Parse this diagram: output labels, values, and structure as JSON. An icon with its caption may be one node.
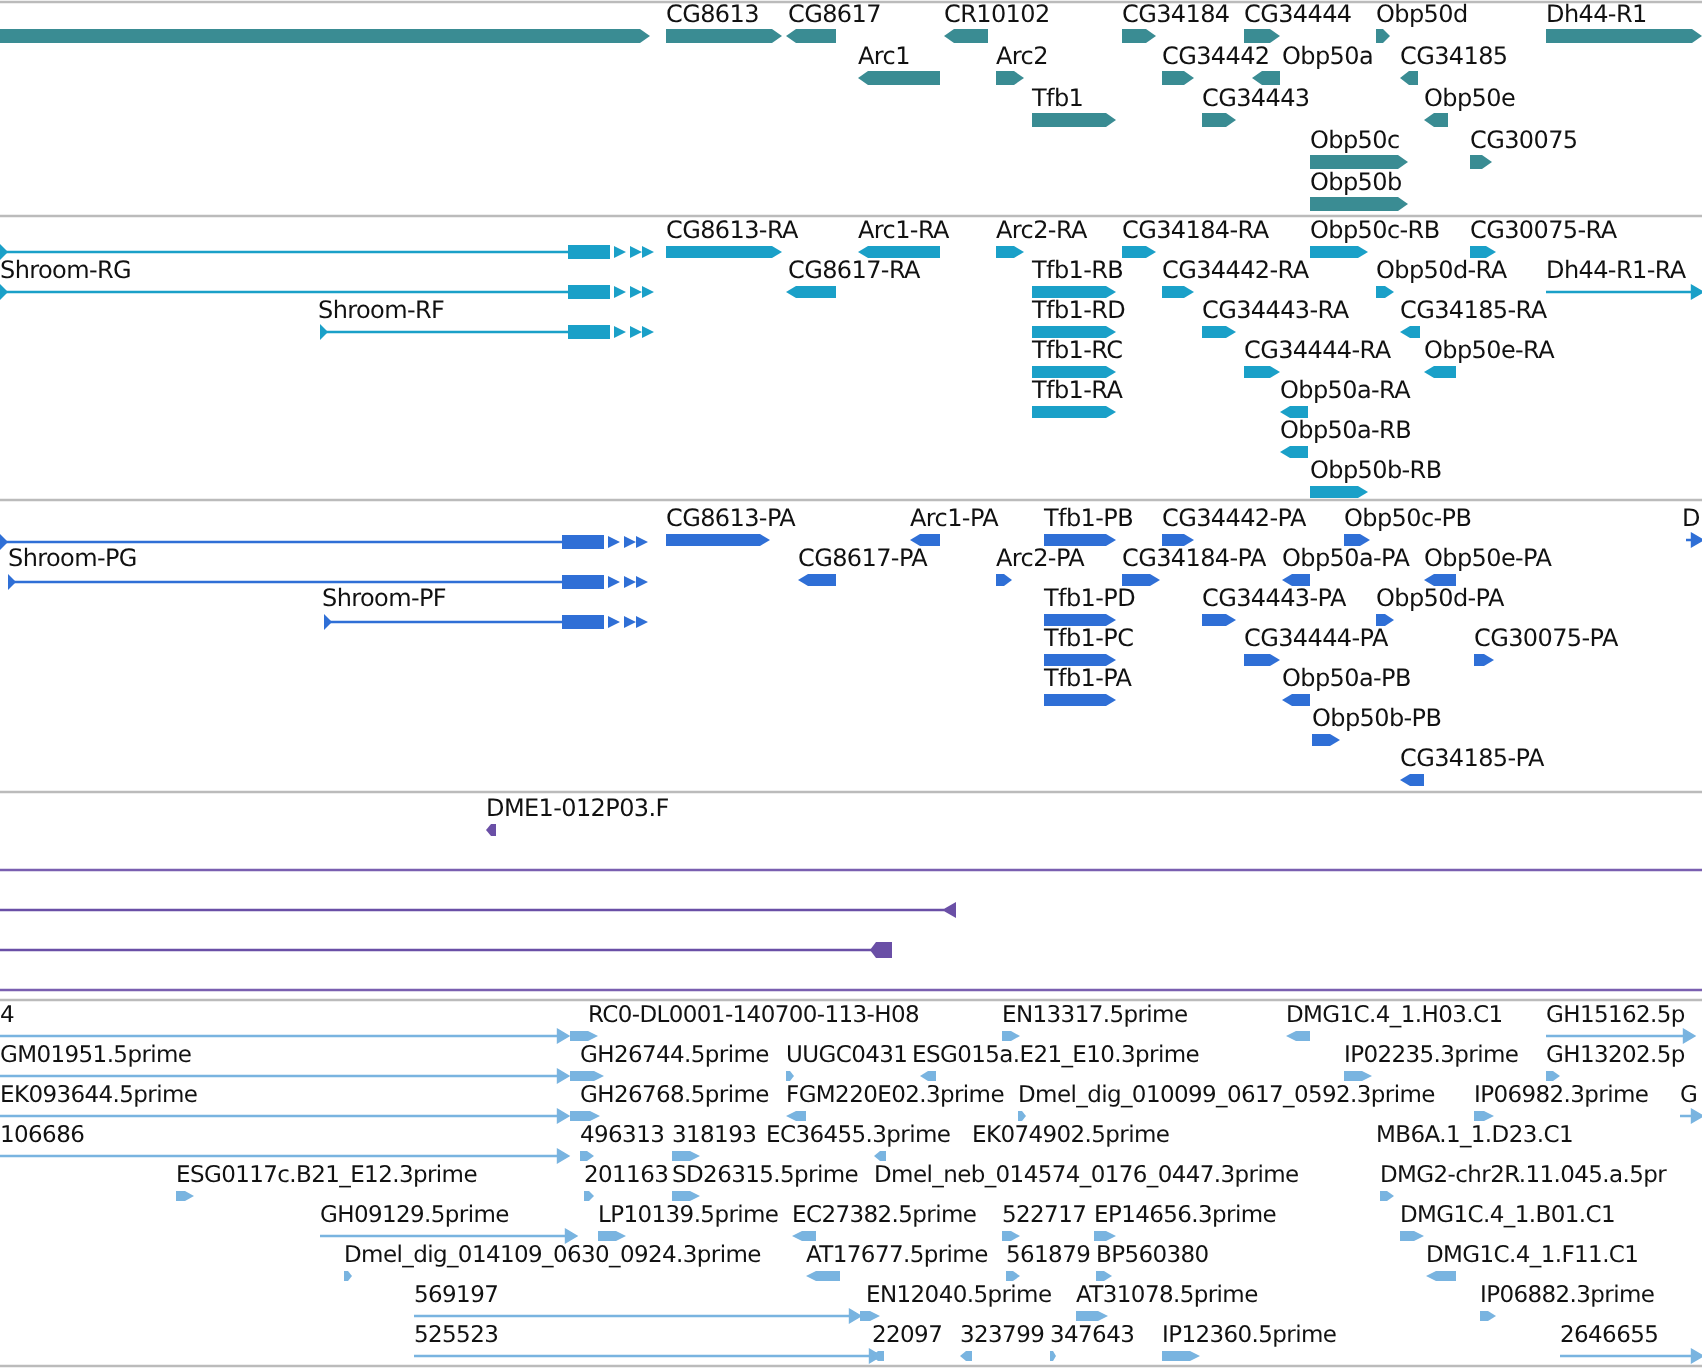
{
  "diagram": {
    "labels": [
      "CG8613",
      "CG8617",
      "CR10102",
      "CG34184",
      "CG34444",
      "Obp50d",
      "Dh44-R1",
      "Arc1",
      "Arc2",
      "CG34442",
      "Obp50a",
      "CG34185",
      "Tfb1",
      "CG34443",
      "Obp50e",
      "Obp50c",
      "CG30075",
      "Obp50b",
      "CG8613-RA",
      "Arc1-RA",
      "Arc2-RA",
      "CG34184-RA",
      "Obp50c-RB",
      "CG30075-RA",
      "Shroom-RG",
      "CG8617-RA",
      "Tfb1-RB",
      "CG34442-RA",
      "Obp50d-RA",
      "Dh44-R1-RA",
      "Shroom-RF",
      "Tfb1-RD",
      "CG34443-RA",
      "CG34185-RA",
      "Tfb1-RC",
      "CG34444-RA",
      "Obp50e-RA",
      "Tfb1-RA",
      "Obp50a-RA",
      "Obp50a-RB",
      "Obp50b-RB",
      "CG8613-PA",
      "Arc1-PA",
      "Tfb1-PB",
      "CG34442-PA",
      "Obp50c-PB",
      "D",
      "Shroom-PG",
      "CG8617-PA",
      "Arc2-PA",
      "CG34184-PA",
      "Obp50a-PA",
      "Obp50e-PA",
      "Shroom-PF",
      "Tfb1-PD",
      "CG34443-PA",
      "Obp50d-PA",
      "Tfb1-PC",
      "CG34444-PA",
      "CG30075-PA",
      "Tfb1-PA",
      "Obp50a-PB",
      "Obp50b-PB",
      "CG34185-PA",
      "DME1-012P03.F",
      "4",
      "RC0-DL0001-140700-113-H08",
      "EN13317.5prime",
      "DMG1C.4_1.H03.C1",
      "GH15162.5p",
      "GM01951.5prime",
      "GH26744.5prime",
      "UUGC0431",
      "ESG015a.E21_E10.3prime",
      "IP02235.3prime",
      "GH13202.5p",
      "EK093644.5prime",
      "GH26768.5prime",
      "FGM220E02.3prime",
      "Dmel_dig_010099_0617_0592.3prime",
      "IP06982.3prime",
      "G",
      "106686",
      "496313",
      "318193",
      "EC36455.3prime",
      "EK074902.5prime",
      "MB6A.1_1.D23.C1",
      "ESG0117c.B21_E12.3prime",
      "201163",
      "SD26315.5prime",
      "Dmel_neb_014574_0176_0447.3prime",
      "DMG2-chr2R.11.045.a.5pr",
      "GH09129.5prime",
      "LP10139.5prime",
      "EC27382.5prime",
      "522717",
      "EP14656.3prime",
      "DMG1C.4_1.B01.C1",
      "Dmel_dig_014109_0630_0924.3prime",
      "AT17677.5prime",
      "561879",
      "BP560380",
      "DMG1C.4_1.F11.C1",
      "569197",
      "EN12040.5prime",
      "AT31078.5prime",
      "IP06882.3prime",
      "525523",
      "22097",
      "323799",
      "347643",
      "IP12360.5prime",
      "2646655"
    ]
  }
}
